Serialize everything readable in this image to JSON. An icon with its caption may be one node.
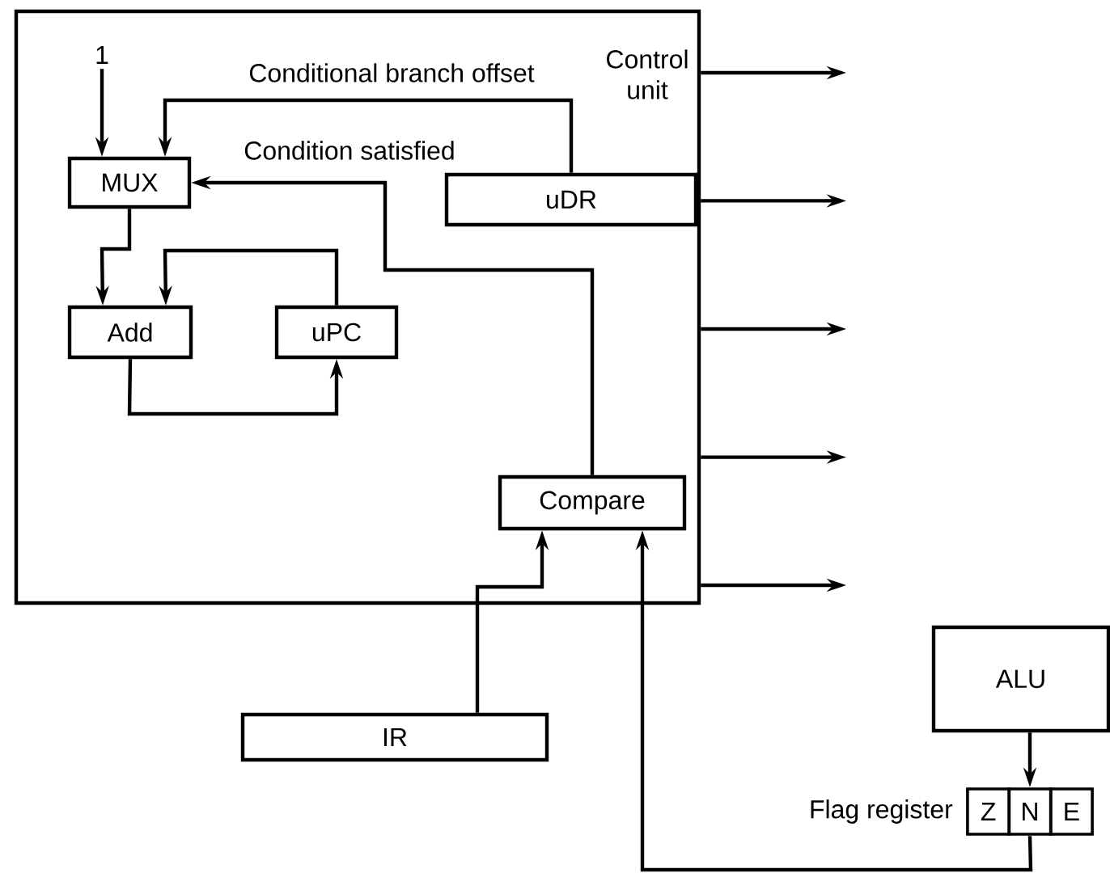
{
  "diagram": {
    "nodes": [
      {
        "text": [
          "Control unit"
        ]
      },
      {
        "text": [
          "1"
        ],
        "in": 0
      },
      {
        "text": [
          "MUX"
        ],
        "in": 0
      },
      {
        "text": [
          "uDR"
        ],
        "in": 0
      },
      {
        "text": [
          "Add"
        ],
        "in": 0
      },
      {
        "text": [
          "uPC"
        ],
        "in": 0
      },
      {
        "text": [
          "Compare"
        ],
        "in": 0
      },
      {
        "text": [
          "IR"
        ]
      },
      {
        "text": [
          "ALU"
        ]
      },
      {
        "text": [
          "Flag register",
          "Z",
          "N",
          "E"
        ]
      }
    ],
    "edges": [
      {
        "from": 1,
        "to": 2,
        "arrow": "to"
      },
      {
        "from": 3,
        "to": 2,
        "arrow": "to",
        "label": "Conditional branch offset"
      },
      {
        "from": 6,
        "to": 2,
        "arrow": "to",
        "label": "Condition satisfied"
      },
      {
        "from": 2,
        "to": 4,
        "arrow": "to"
      },
      {
        "from": 5,
        "to": 4,
        "arrow": "to"
      },
      {
        "from": 4,
        "to": 5,
        "arrow": "to"
      },
      {
        "from": 7,
        "to": 6,
        "arrow": "to"
      },
      {
        "from": 9,
        "to": 6,
        "arrow": "to"
      },
      {
        "from": 8,
        "to": 9,
        "arrow": "to"
      },
      {
        "from": 0,
        "to": null,
        "arrow": "to"
      },
      {
        "from": 0,
        "to": null,
        "arrow": "to"
      },
      {
        "from": 0,
        "to": null,
        "arrow": "to"
      },
      {
        "from": 0,
        "to": null,
        "arrow": "to"
      },
      {
        "from": 0,
        "to": null,
        "arrow": "to"
      }
    ]
  }
}
